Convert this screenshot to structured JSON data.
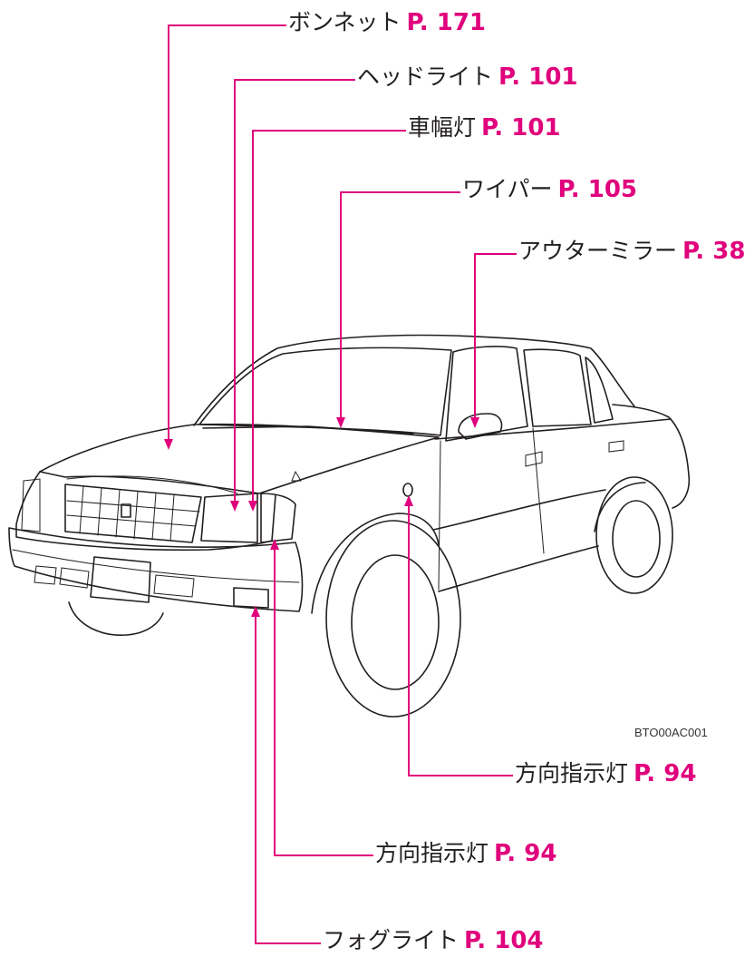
{
  "image_code": "BTO00AC001",
  "colors": {
    "leader": "#e0007c",
    "outline": "#231f20",
    "text": "#231f20"
  },
  "callouts": [
    {
      "id": "bonnet",
      "label": "ボンネット",
      "page": "P. 171"
    },
    {
      "id": "headlight",
      "label": "ヘッドライト",
      "page": "P. 101"
    },
    {
      "id": "side-marker",
      "label": "車幅灯",
      "page": "P. 101"
    },
    {
      "id": "wiper",
      "label": "ワイパー",
      "page": "P. 105"
    },
    {
      "id": "outer-mirror",
      "label": "アウターミラー",
      "page": "P. 38"
    },
    {
      "id": "turn-signal-side",
      "label": "方向指示灯",
      "page": "P. 94"
    },
    {
      "id": "turn-signal-front",
      "label": "方向指示灯",
      "page": "P. 94"
    },
    {
      "id": "fog-light",
      "label": "フォグライト",
      "page": "P. 104"
    }
  ]
}
